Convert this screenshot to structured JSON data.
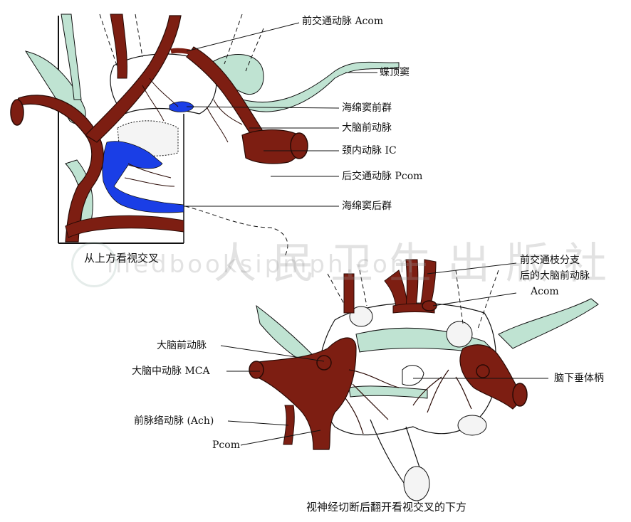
{
  "colors": {
    "artery": "#7d1e12",
    "artery_outline": "#2a0a05",
    "vein_blue": "#1a3ee6",
    "sinus_green": "#bfe3d2",
    "line": "#111111",
    "watermark": "#9a9a9a"
  },
  "top_figure": {
    "caption": "从上方看视交叉",
    "labels": {
      "acom": "前交通动脉 Acom",
      "sphenoparietal_sinus": "蝶顶窦",
      "anterior_cavernous_group": "海绵窦前群",
      "aca": "大脑前动脉",
      "ica": "颈内动脉 IC",
      "pcom": "后交通动脉 Pcom",
      "posterior_cavernous_group": "海绵窦后群"
    }
  },
  "bottom_figure": {
    "caption": "视神经切断后翻开看视交叉的下方",
    "labels": {
      "aca_post_acom_line1": "前交通枝分支",
      "aca_post_acom_line2": "后的大脑前动脉",
      "acom": "Acom",
      "aca": "大脑前动脉",
      "mca": "大脑中动脉 MCA",
      "ach": "前脉络动脉 (Ach)",
      "pcom": "Pcom",
      "pituitary_stalk": "脑下垂体柄"
    }
  },
  "watermark": {
    "text_cn": "人民卫生出版社",
    "text_en": "medbooksipmph.com"
  }
}
